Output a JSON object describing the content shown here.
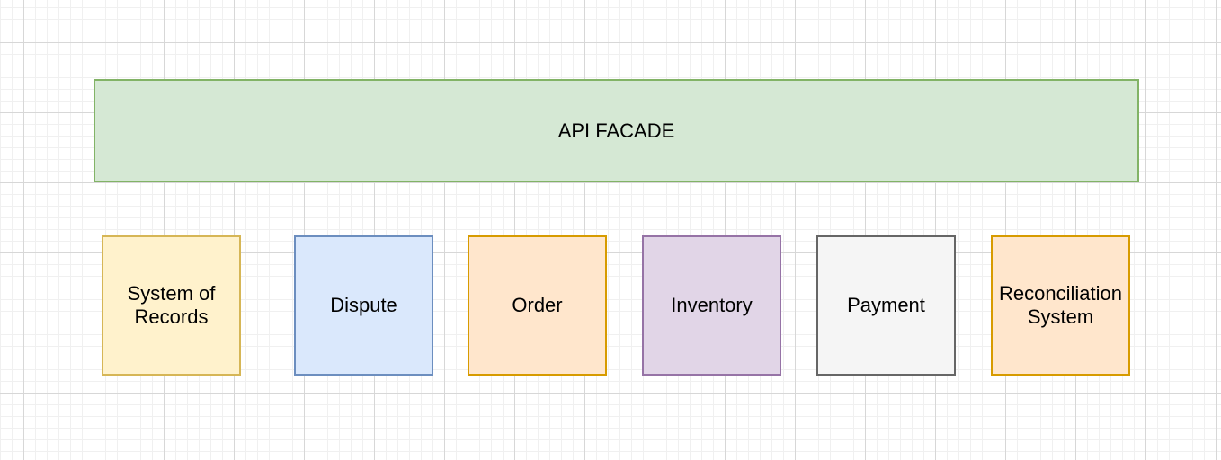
{
  "facade": {
    "label": "API FACADE",
    "fill": "#d5e8d4",
    "border": "#82b366"
  },
  "systems": [
    {
      "id": "system-of-records",
      "label": "System of Records",
      "fill": "#fff2cc",
      "border": "#d6b656"
    },
    {
      "id": "dispute",
      "label": "Dispute",
      "fill": "#dae8fc",
      "border": "#6c8ebf"
    },
    {
      "id": "order",
      "label": "Order",
      "fill": "#ffe6cc",
      "border": "#d79b00"
    },
    {
      "id": "inventory",
      "label": "Inventory",
      "fill": "#e1d5e7",
      "border": "#9673a6"
    },
    {
      "id": "payment",
      "label": "Payment",
      "fill": "#f5f5f5",
      "border": "#666666"
    },
    {
      "id": "reconciliation-system",
      "label": "Reconciliation System",
      "fill": "#ffe6cc",
      "border": "#d79b00"
    }
  ],
  "canvas": {
    "background": "#ffffff",
    "grid_minor_color": "#f0f0f0",
    "grid_major_color": "#d7d7d7",
    "text_color": "#000000"
  }
}
